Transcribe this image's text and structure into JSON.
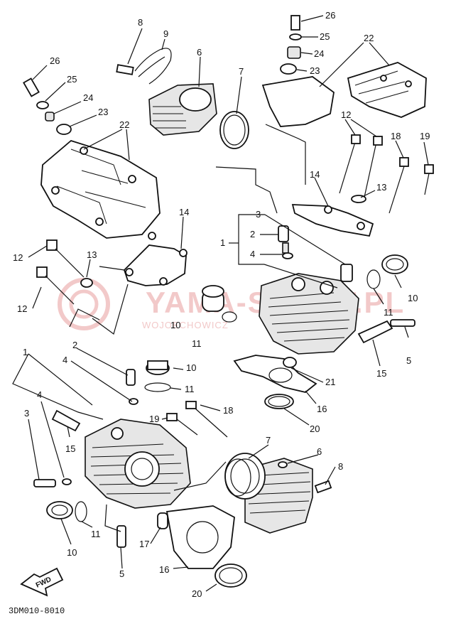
{
  "diagram": {
    "footer_code": "3DM010-8010",
    "fwd_label": "FWD",
    "watermark": {
      "brand": "YAMA-SPORT.PL",
      "sub": "WOJOECHOWICZ"
    },
    "callouts": [
      {
        "id": "c26a",
        "label": "26"
      },
      {
        "id": "c25a",
        "label": "25"
      },
      {
        "id": "c24a",
        "label": "24"
      },
      {
        "id": "c23a",
        "label": "23"
      },
      {
        "id": "c22a",
        "label": "22"
      },
      {
        "id": "c8a",
        "label": "8"
      },
      {
        "id": "c9",
        "label": "9"
      },
      {
        "id": "c6a",
        "label": "6"
      },
      {
        "id": "c7a",
        "label": "7"
      },
      {
        "id": "c26b",
        "label": "26"
      },
      {
        "id": "c25b",
        "label": "25"
      },
      {
        "id": "c24b",
        "label": "24"
      },
      {
        "id": "c23b",
        "label": "23"
      },
      {
        "id": "c22b",
        "label": "22"
      },
      {
        "id": "c12a",
        "label": "12"
      },
      {
        "id": "c18a",
        "label": "18"
      },
      {
        "id": "c19a",
        "label": "19"
      },
      {
        "id": "c14a",
        "label": "14"
      },
      {
        "id": "c13a",
        "label": "13"
      },
      {
        "id": "c3a",
        "label": "3"
      },
      {
        "id": "c2a",
        "label": "2"
      },
      {
        "id": "c1a",
        "label": "1"
      },
      {
        "id": "c4a",
        "label": "4"
      },
      {
        "id": "c10a",
        "label": "10"
      },
      {
        "id": "c11a",
        "label": "11"
      },
      {
        "id": "c12b",
        "label": "12"
      },
      {
        "id": "c13b",
        "label": "13"
      },
      {
        "id": "c12c",
        "label": "12"
      },
      {
        "id": "c14b",
        "label": "14"
      },
      {
        "id": "c10b",
        "label": "10"
      },
      {
        "id": "c11b",
        "label": "11"
      },
      {
        "id": "c2b",
        "label": "2"
      },
      {
        "id": "c4b",
        "label": "4"
      },
      {
        "id": "c1b",
        "label": "1"
      },
      {
        "id": "c10c",
        "label": "10"
      },
      {
        "id": "c11c",
        "label": "11"
      },
      {
        "id": "c5a",
        "label": "5"
      },
      {
        "id": "c15a",
        "label": "15"
      },
      {
        "id": "c21",
        "label": "21"
      },
      {
        "id": "c16a",
        "label": "16"
      },
      {
        "id": "c20a",
        "label": "20"
      },
      {
        "id": "c19b",
        "label": "19"
      },
      {
        "id": "c18b",
        "label": "18"
      },
      {
        "id": "c3b",
        "label": "3"
      },
      {
        "id": "c4c",
        "label": "4"
      },
      {
        "id": "c15b",
        "label": "15"
      },
      {
        "id": "c7b",
        "label": "7"
      },
      {
        "id": "c6b",
        "label": "6"
      },
      {
        "id": "c8b",
        "label": "8"
      },
      {
        "id": "c11d",
        "label": "11"
      },
      {
        "id": "c10d",
        "label": "10"
      },
      {
        "id": "c17",
        "label": "17"
      },
      {
        "id": "c5b",
        "label": "5"
      },
      {
        "id": "c16b",
        "label": "16"
      },
      {
        "id": "c20b",
        "label": "20"
      }
    ]
  }
}
